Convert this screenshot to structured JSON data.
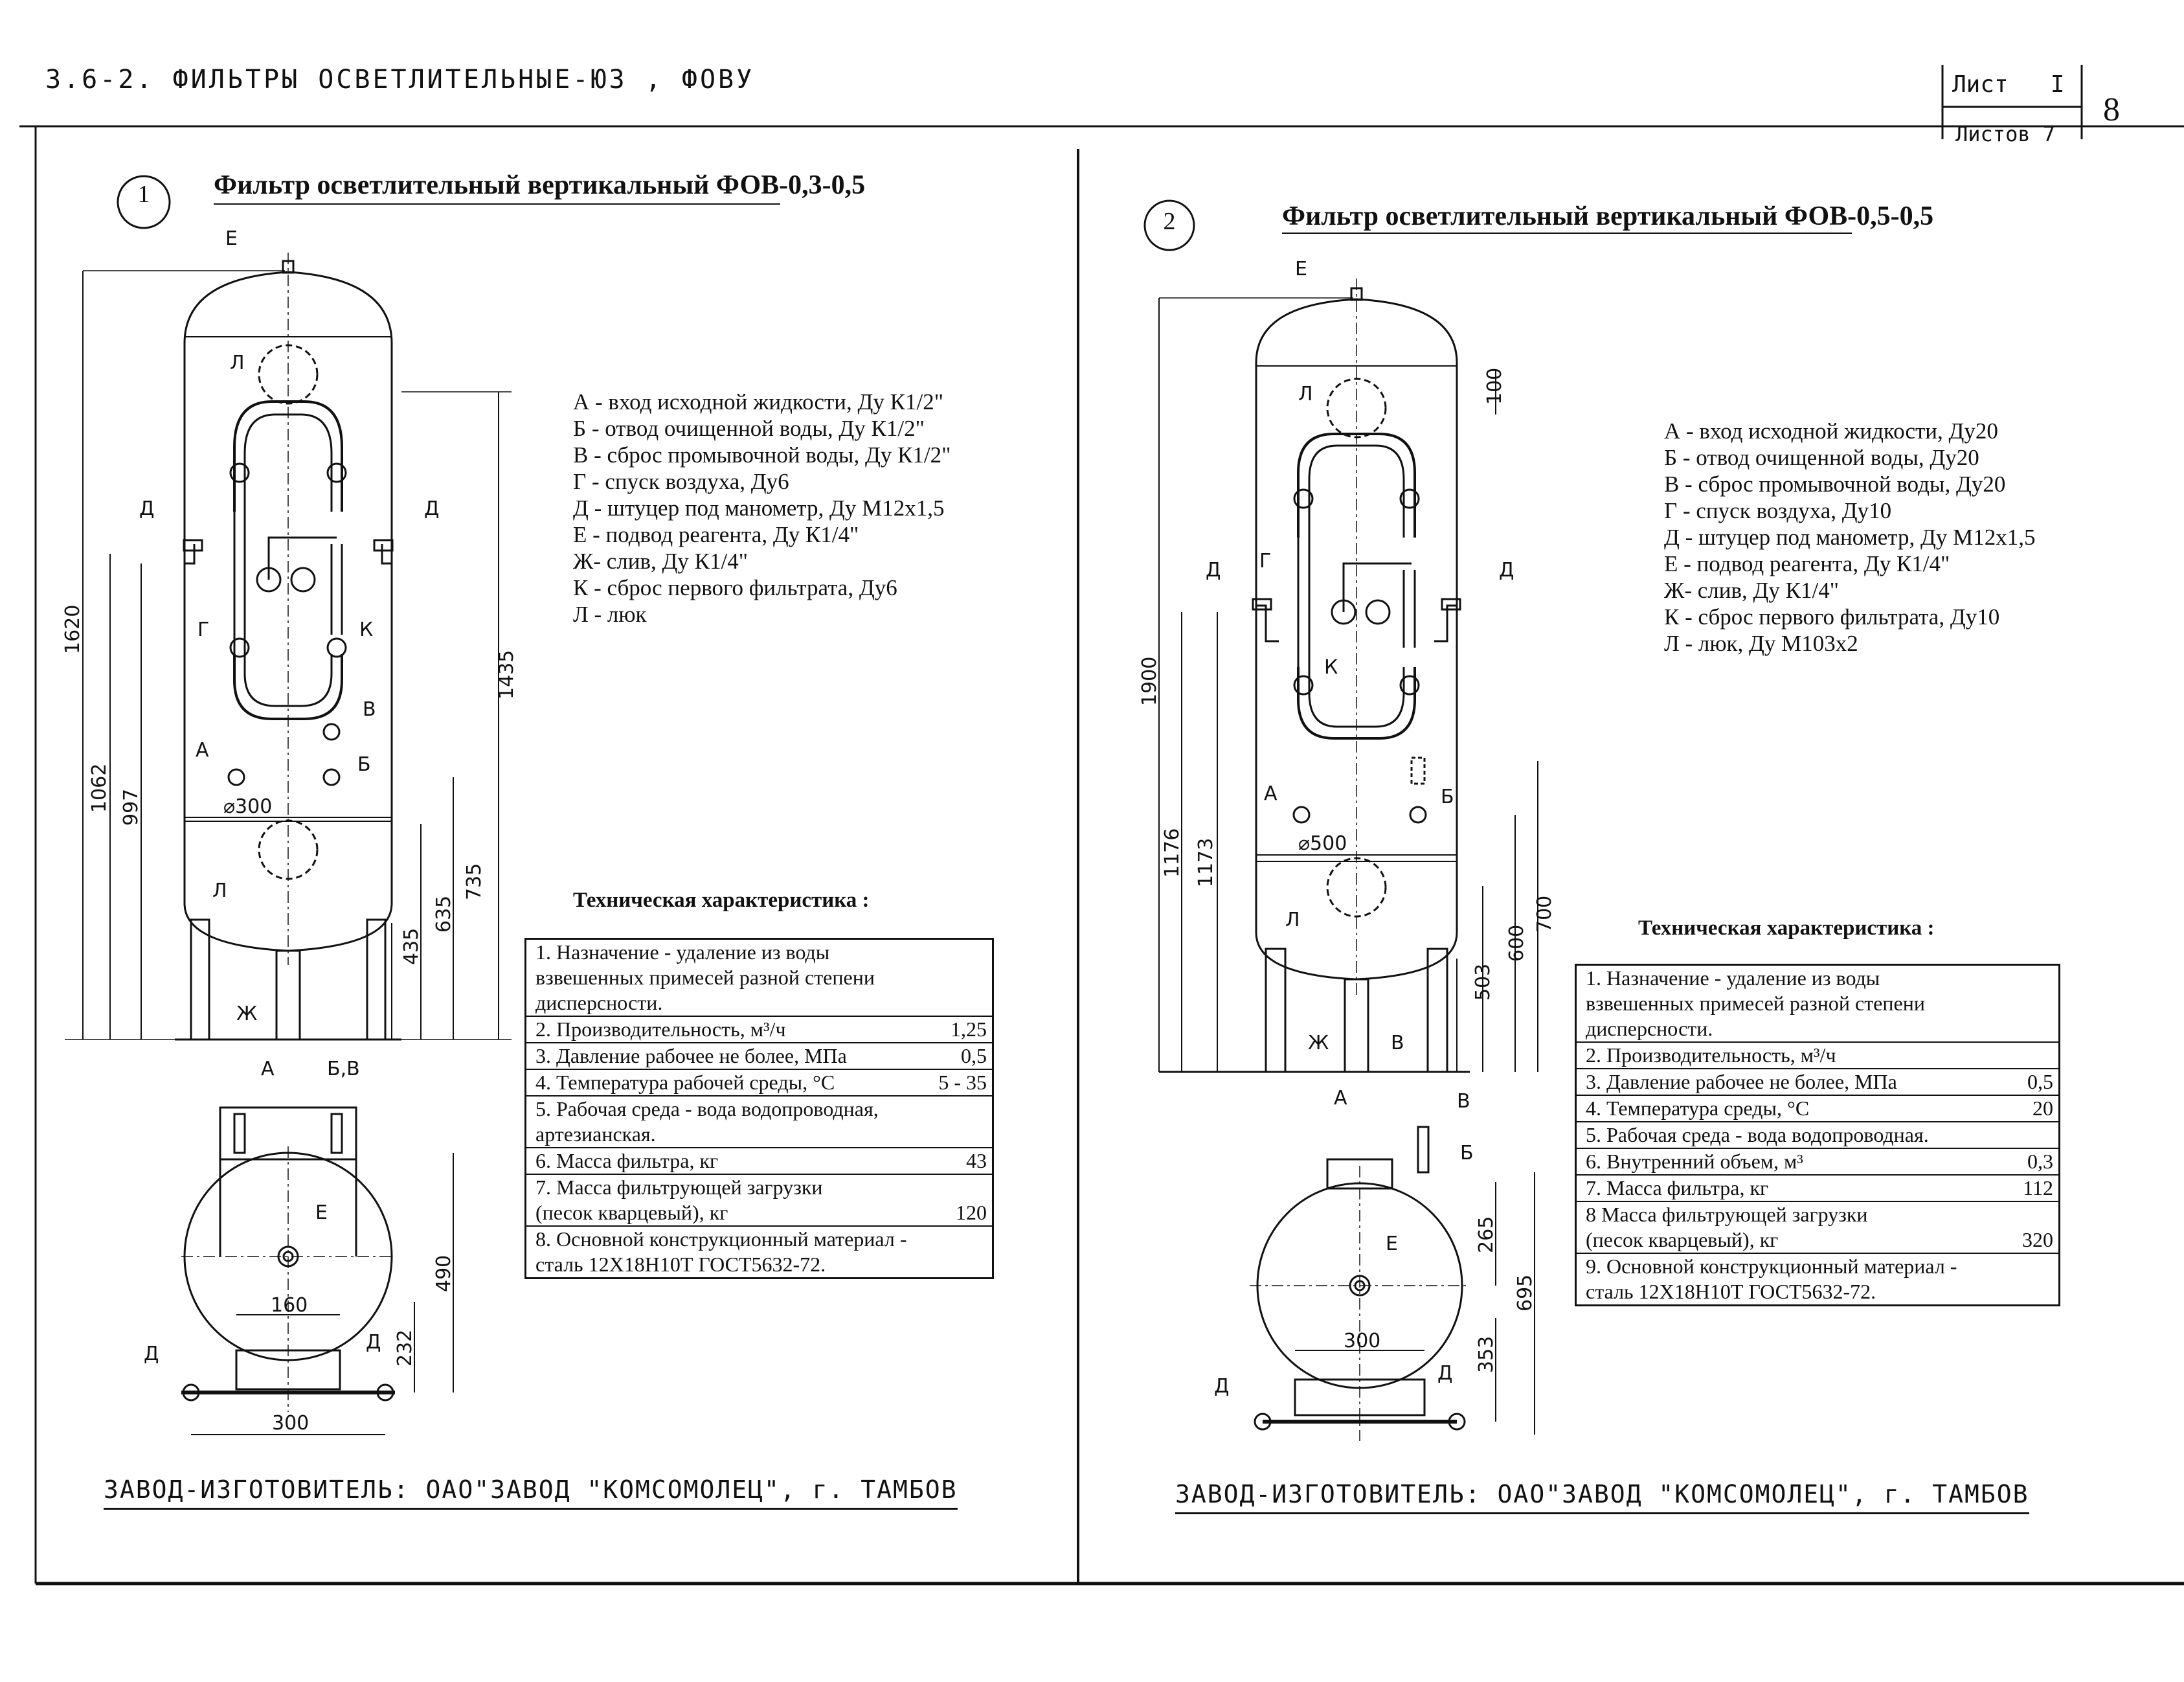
{
  "header": {
    "code": "3.6-2. ФИЛЬТРЫ ОСВЕТЛИТЕЛЬНЫЕ-ЮЗ , ФОВУ",
    "sheet_label": "Лист",
    "sheet_no": "I",
    "sheets_label": "Листов 7",
    "page_mark": "8"
  },
  "left": {
    "circle_no": "1",
    "title": "Фильтр осветлительный вертикальный ФОВ-0,3-0,5",
    "legend": [
      "А - вход исходной жидкости, Ду К1/2\"",
      "Б - отвод очищенной воды, Ду К1/2\"",
      "В - сброс промывочной воды, Ду К1/2\"",
      "Г - спуск воздуха, Ду6",
      "Д - штуцер под манометр, Ду М12х1,5",
      "Е - подвод реагента, Ду К1/4\"",
      "Ж- слив, Ду К1/4\"",
      "К - сброс первого фильтрата, Ду6",
      "Л - люк"
    ],
    "tech_header": "Техническая характеристика :",
    "specs": [
      {
        "text": "1. Назначение - удаление из воды\n    взвешенных примесей разной степени\n    дисперсности.",
        "value": ""
      },
      {
        "text": "2. Производительность, м³/ч",
        "value": "1,25"
      },
      {
        "text": "3. Давление рабочее не более, МПа",
        "value": "0,5"
      },
      {
        "text": "4. Температура рабочей среды, °С",
        "value": "5 - 35"
      },
      {
        "text": "5. Рабочая среда - вода водопроводная,\n    артезианская.",
        "value": ""
      },
      {
        "text": "6. Масса фильтра, кг",
        "value": "43"
      },
      {
        "text": "7. Масса фильтрующей загрузки\n    (песок кварцевый), кг",
        "value": "120"
      },
      {
        "text": "8. Основной конструкционный материал -\n    сталь 12Х18Н10Т ГОСТ5632-72.",
        "value": ""
      }
    ],
    "dims": {
      "h_total": "1620",
      "h_1435": "1435",
      "h_1062": "1062",
      "h_997": "997",
      "h_735": "735",
      "h_635": "635",
      "h_435": "435",
      "dia": "⌀300",
      "w_160": "160",
      "h_232": "232",
      "h_490": "490",
      "w_300": "300"
    },
    "labels": {
      "E": "Е",
      "L": "Л",
      "D": "Д",
      "G": "Г",
      "K": "К",
      "V": "В",
      "A": "А",
      "B": "Б",
      "Zh": "Ж",
      "BV": "Б,В"
    },
    "maker": "ЗАВОД-ИЗГОТОВИТЕЛЬ: ОАО\"ЗАВОД \"КОМСОМОЛЕЦ\", г. ТАМБОВ"
  },
  "right": {
    "circle_no": "2",
    "title": "Фильтр осветлительный вертикальный ФОВ-0,5-0,5",
    "legend": [
      "А - вход исходной жидкости, Ду20",
      "Б - отвод очищенной воды, Ду20",
      "В - сброс промывочной воды, Ду20",
      "Г - спуск воздуха, Ду10",
      "Д - штуцер под манометр, Ду М12х1,5",
      "Е - подвод реагента, Ду К1/4\"",
      "Ж- слив, Ду К1/4\"",
      "К - сброс первого фильтрата, Ду10",
      "Л - люк, Ду М103х2"
    ],
    "tech_header": "Техническая характеристика :",
    "specs": [
      {
        "text": "1. Назначение - удаление из воды\n    взвешенных примесей разной степени\n    дисперсности.",
        "value": ""
      },
      {
        "text": "2. Производительность, м³/ч",
        "value": ""
      },
      {
        "text": "3. Давление рабочее не более, МПа",
        "value": "0,5"
      },
      {
        "text": "4. Температура среды, °С",
        "value": "20"
      },
      {
        "text": "5. Рабочая среда - вода водопроводная.",
        "value": ""
      },
      {
        "text": "6. Внутренний объем, м³",
        "value": "0,3"
      },
      {
        "text": "7. Масса фильтра, кг",
        "value": "112"
      },
      {
        "text": "8 Масса фильтрующей загрузки\n    (песок кварцевый), кг",
        "value": "320"
      },
      {
        "text": "9. Основной конструкционный материал -\n    сталь 12Х18Н10Т ГОСТ5632-72.",
        "value": ""
      }
    ],
    "dims": {
      "h_total": "1900",
      "h_100": "100",
      "h_1176": "1176",
      "h_1173": "1173",
      "h_700": "700",
      "h_600": "600",
      "h_503": "503",
      "dia": "⌀500",
      "h_265": "265",
      "h_695": "695",
      "h_353": "353",
      "w_300": "300"
    },
    "labels": {
      "E": "Е",
      "L": "Л",
      "D": "Д",
      "G": "Г",
      "K": "К",
      "V": "В",
      "A": "А",
      "B": "Б",
      "Zh": "Ж"
    },
    "maker": "ЗАВОД-ИЗГОТОВИТЕЛЬ: ОАО\"ЗАВОД  \"КОМСОМОЛЕЦ\", г. ТАМБОВ"
  }
}
